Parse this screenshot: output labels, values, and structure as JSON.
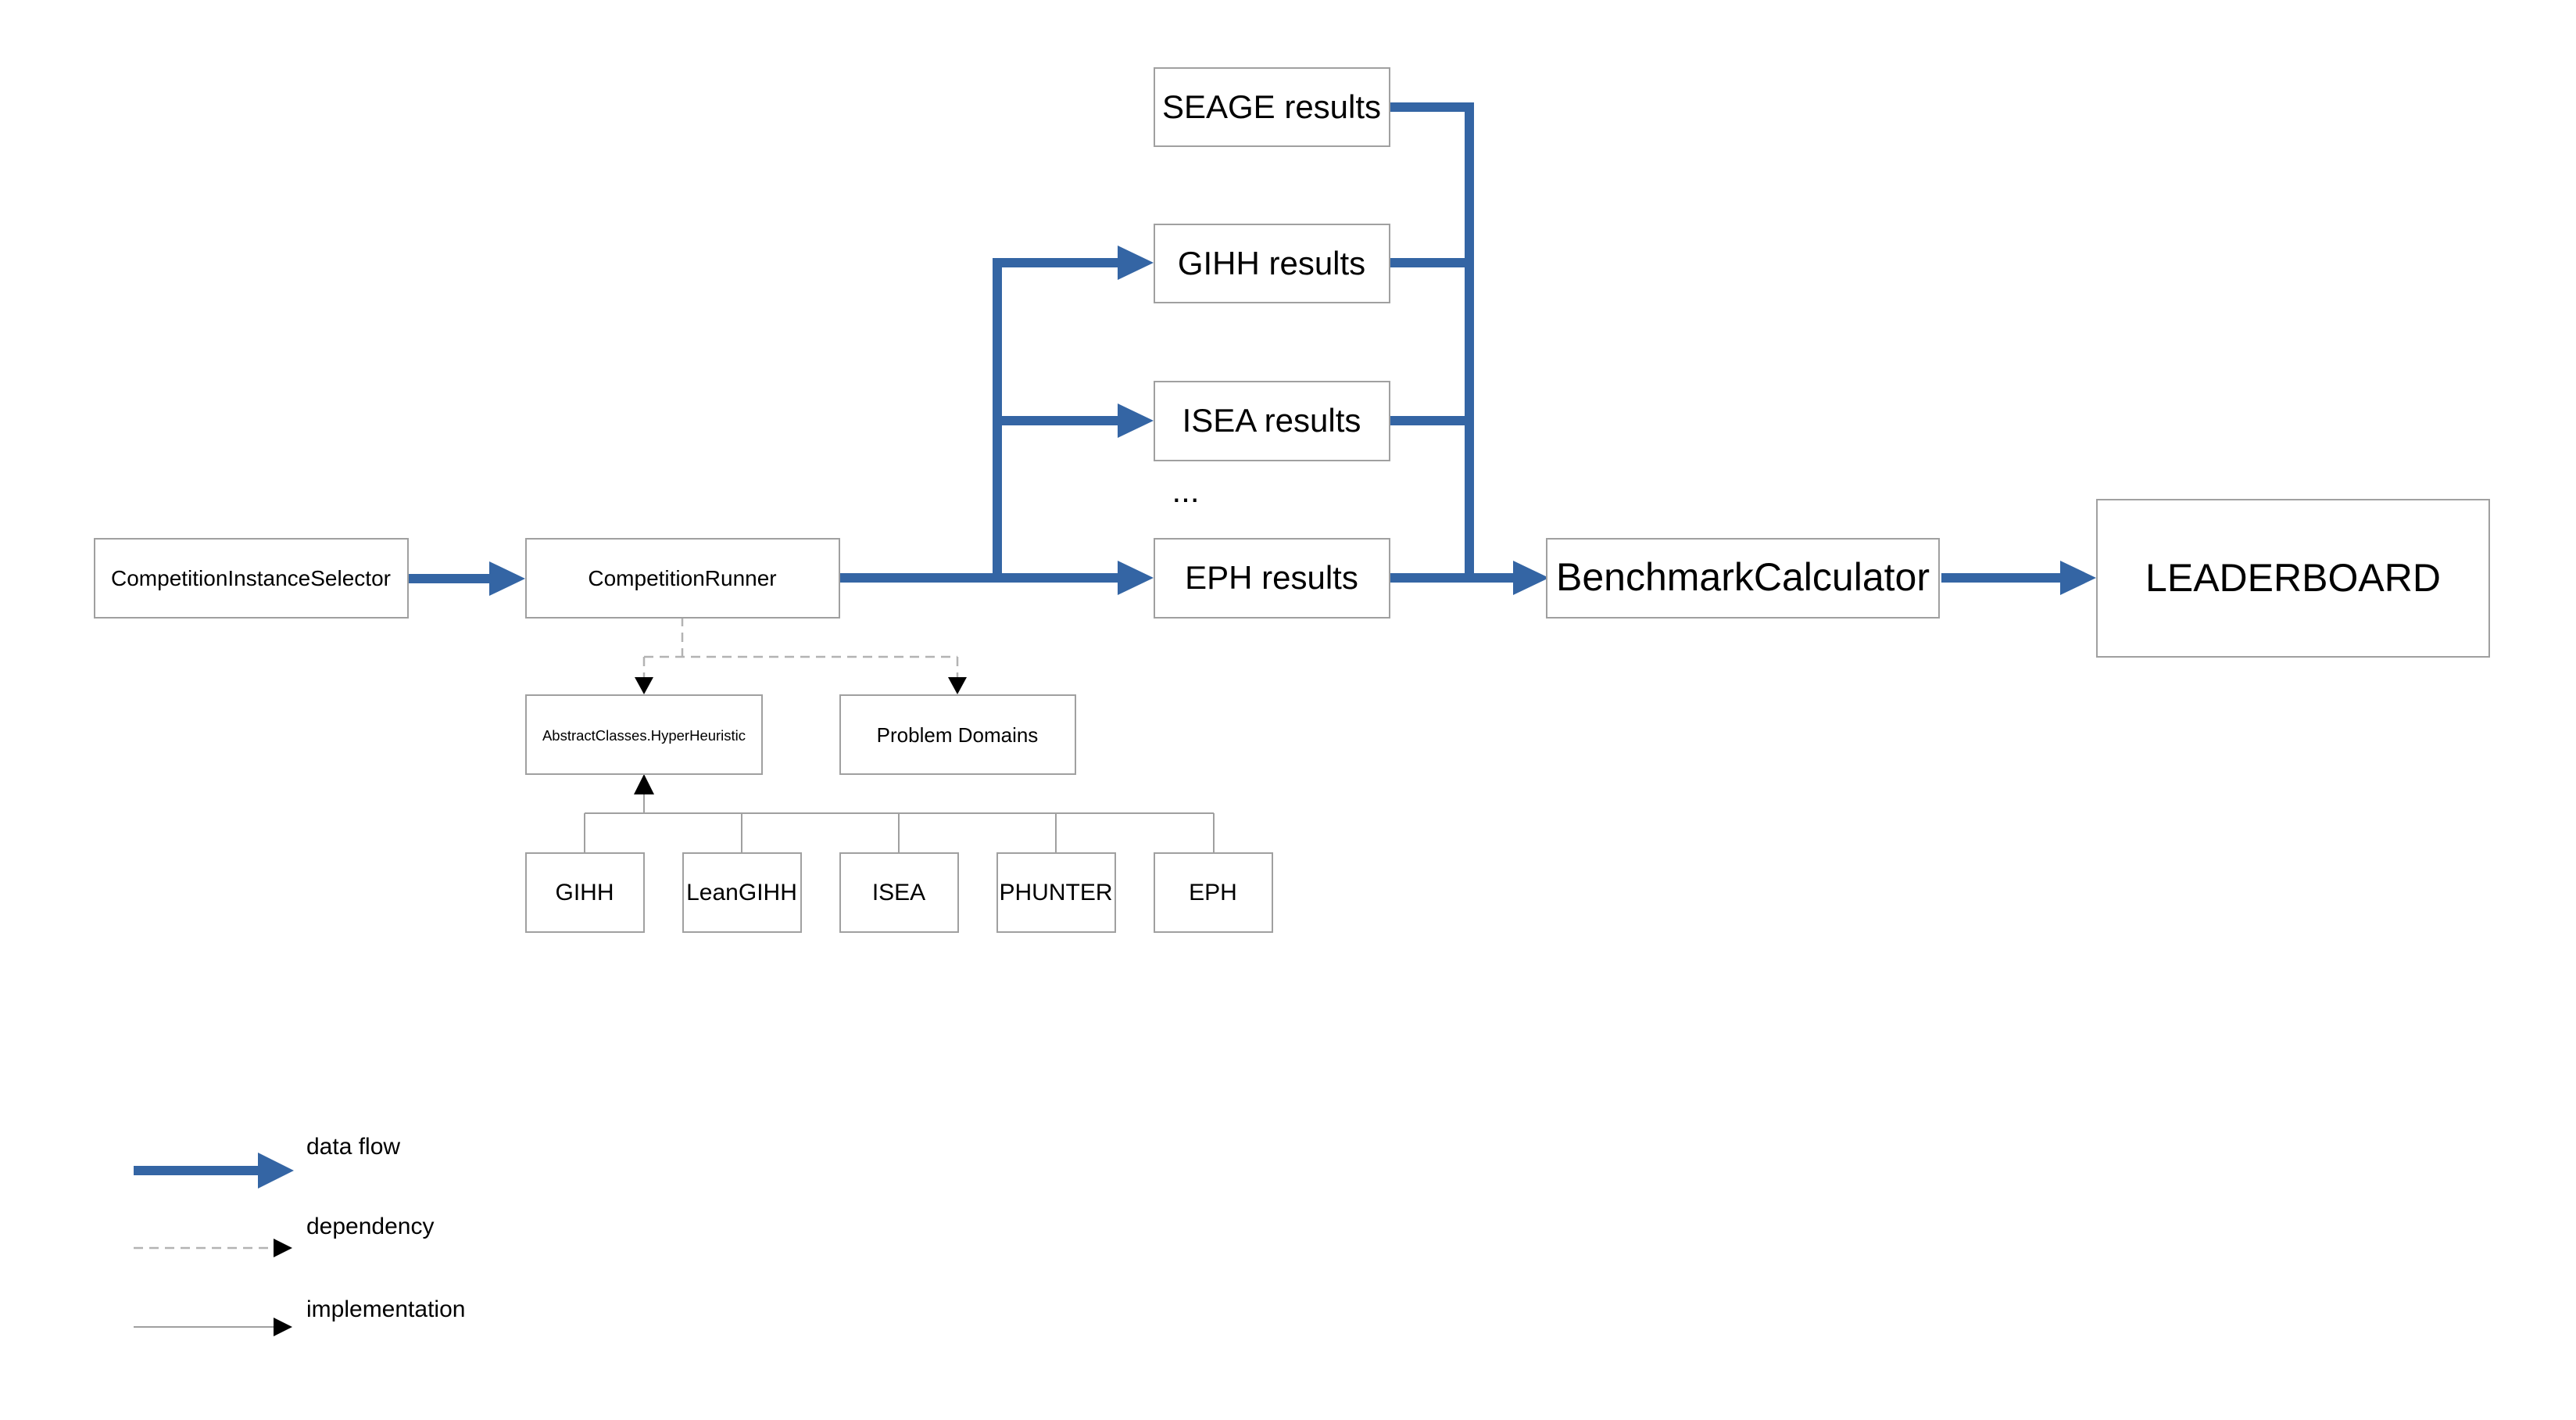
{
  "nodes": {
    "selector": "CompetitionInstanceSelector",
    "runner": "CompetitionRunner",
    "hyperheuristic": "AbstractClasses.HyperHeuristic",
    "problem_domains": "Problem Domains",
    "gihh": "GIHH",
    "leangihh": "LeanGIHH",
    "isea": "ISEA",
    "phunter": "PHUNTER",
    "eph": "EPH",
    "seage_results": "SEAGE results",
    "gihh_results": "GIHH results",
    "isea_results": "ISEA results",
    "ellipsis": "...",
    "eph_results": "EPH results",
    "benchmark": "BenchmarkCalculator",
    "leaderboard": "LEADERBOARD"
  },
  "legend": {
    "data_flow": "data flow",
    "dependency": "dependency",
    "implementation": "implementation"
  },
  "colors": {
    "flow": "#3465a4",
    "box_border": "#a0a0a0",
    "dependency": "#b3b3b3"
  }
}
